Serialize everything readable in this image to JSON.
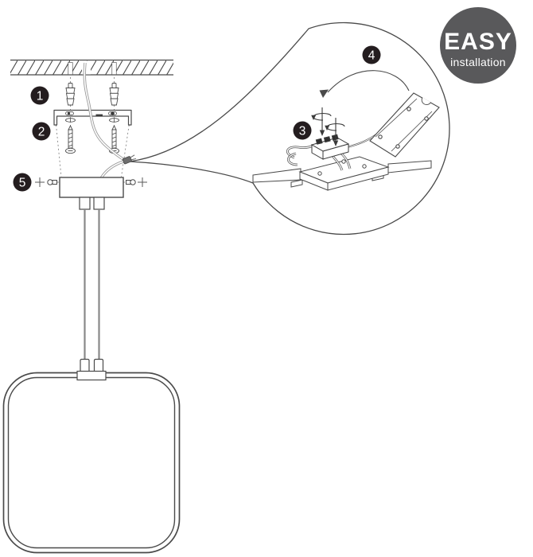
{
  "easy_badge": {
    "title": "EASY",
    "subtitle": "installation",
    "bg_color": "#59595b",
    "text_color": "#ffffff"
  },
  "steps": [
    {
      "n": "1"
    },
    {
      "n": "2"
    },
    {
      "n": "3"
    },
    {
      "n": "4"
    },
    {
      "n": "5"
    }
  ],
  "step_badge": {
    "bg_color": "#241d1f",
    "text_color": "#ffffff"
  },
  "line_color": "#4a4a4a"
}
